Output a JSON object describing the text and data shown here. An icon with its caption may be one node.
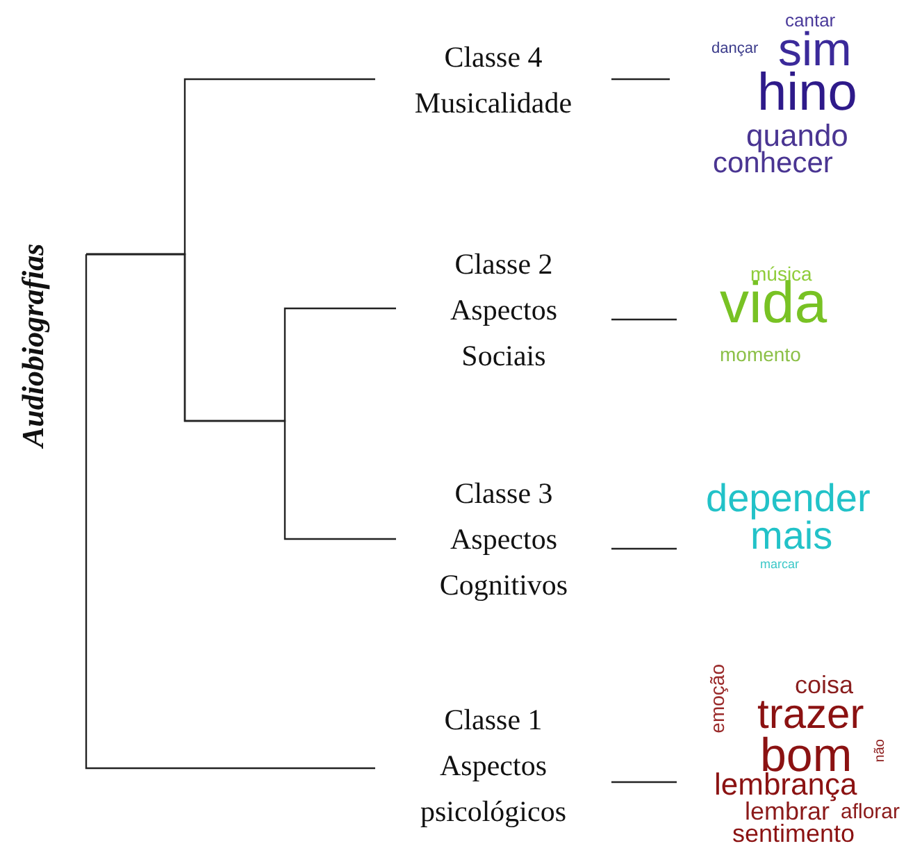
{
  "diagram": {
    "nodes": [
      {
        "text": [
          "Audiobiografias"
        ]
      },
      {
        "text": [
          "Classe 4",
          "Musicalidade"
        ]
      },
      {
        "text": [
          "cantar",
          "dançar",
          "sim",
          "hino",
          "quando",
          "conhecer"
        ]
      },
      {
        "text": [
          "Classe 2",
          "Aspectos Sociais"
        ]
      },
      {
        "text": [
          "música",
          "vida",
          "momento"
        ]
      },
      {
        "text": [
          "Classe 3",
          "Aspectos Cognitivos"
        ]
      },
      {
        "text": [
          "depender",
          "mais",
          "marcar"
        ]
      },
      {
        "text": [
          "Classe 1",
          "Aspectos psicológicos"
        ]
      },
      {
        "text": [
          "emoção",
          "coisa",
          "trazer",
          "bom",
          "não",
          "lembrança",
          "lembrar",
          "aflorar",
          "sentimento"
        ]
      }
    ],
    "edges": [
      {
        "from": 0,
        "to": 1,
        "arrow": "none"
      },
      {
        "from": 0,
        "to": 3,
        "arrow": "none"
      },
      {
        "from": 0,
        "to": 5,
        "arrow": "none"
      },
      {
        "from": 0,
        "to": 7,
        "arrow": "none"
      },
      {
        "from": 1,
        "to": 2,
        "arrow": "none"
      },
      {
        "from": 3,
        "to": 4,
        "arrow": "none"
      },
      {
        "from": 5,
        "to": 6,
        "arrow": "none"
      },
      {
        "from": 7,
        "to": 8,
        "arrow": "none"
      }
    ]
  }
}
